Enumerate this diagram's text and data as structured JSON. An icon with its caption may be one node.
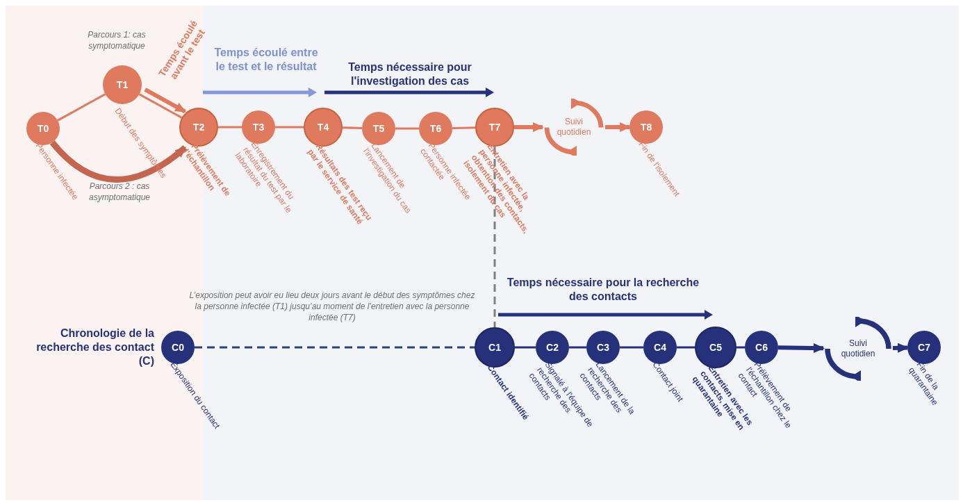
{
  "diagram": {
    "nodes": [
      {
        "text": [
          "T0"
        ],
        "beside": [
          "Personne infectée"
        ]
      },
      {
        "text": [
          "T1"
        ],
        "beside": [
          "Début des symptômes"
        ]
      },
      {
        "text": [
          "T2"
        ],
        "beside": [
          "Prélèvement de l'échantillon"
        ]
      },
      {
        "text": [
          "T3"
        ],
        "beside": [
          "Enregistrement du résultat du test par le laboratoire"
        ]
      },
      {
        "text": [
          "T4"
        ],
        "beside": [
          "Résultats des test reçu par le service de santé"
        ]
      },
      {
        "text": [
          "T5"
        ],
        "beside": [
          "Lancement de l'investigation du cas"
        ]
      },
      {
        "text": [
          "T6"
        ],
        "beside": [
          "Personne infectée contactée"
        ]
      },
      {
        "text": [
          "T7"
        ],
        "beside": [
          "Entretien avec la personne infectée, obtention des contacts, isolement du cas"
        ]
      },
      {
        "text": [
          "Suivi quotidien"
        ]
      },
      {
        "text": [
          "T8"
        ],
        "beside": [
          "Fin de l'isolement"
        ]
      },
      {
        "text": [
          "C0"
        ],
        "beside": [
          "Exposition du contact"
        ]
      },
      {
        "text": [
          "C1"
        ],
        "beside": [
          "Contact identifié"
        ]
      },
      {
        "text": [
          "C2"
        ],
        "beside": [
          "Signalé à l'équipe de recherche des contacts"
        ]
      },
      {
        "text": [
          "C3"
        ],
        "beside": [
          "Lancement de la recherche des contacts"
        ]
      },
      {
        "text": [
          "C4"
        ],
        "beside": [
          "Contact joint"
        ]
      },
      {
        "text": [
          "C5"
        ],
        "beside": [
          "Entretien avec les contacts, mise en quarantaine"
        ]
      },
      {
        "text": [
          "C6"
        ],
        "beside": [
          "Prélèvement de l'échantillon chez le contact"
        ]
      },
      {
        "text": [
          "Suivi quotidien"
        ]
      },
      {
        "text": [
          "C7"
        ],
        "beside": [
          "Fin de la quarantaine"
        ]
      }
    ],
    "edges": [
      {
        "from": 0,
        "to": 1,
        "arrow": "none",
        "color": "#e07a5f"
      },
      {
        "from": 1,
        "to": 2,
        "arrow": "none",
        "color": "#e07a5f"
      },
      {
        "from": 1,
        "to": 2,
        "arrow": "to",
        "label": "Temps écoulé avant le test",
        "style": "thick",
        "color": "#e07a5f"
      },
      {
        "from": 0,
        "to": 2,
        "arrow": "to",
        "style": "thick",
        "color": "#c4664f"
      },
      {
        "from": 2,
        "to": 3,
        "arrow": "none",
        "color": "#e07a5f"
      },
      {
        "from": 3,
        "to": 4,
        "arrow": "none",
        "color": "#e07a5f"
      },
      {
        "from": 4,
        "to": 5,
        "arrow": "none",
        "color": "#e07a5f"
      },
      {
        "from": 5,
        "to": 6,
        "arrow": "none",
        "color": "#e07a5f"
      },
      {
        "from": 6,
        "to": 7,
        "arrow": "none",
        "color": "#e07a5f"
      },
      {
        "from": 7,
        "to": 8,
        "arrow": "to",
        "style": "thick",
        "color": "#e07a5f"
      },
      {
        "from": 8,
        "to": 9,
        "arrow": "to",
        "style": "thick",
        "color": "#e07a5f"
      },
      {
        "from": 7,
        "to": 11,
        "arrow": "none",
        "style": "dashed",
        "color": "#7f7f7f"
      },
      {
        "from": 10,
        "to": 11,
        "arrow": "none",
        "style": "dashed",
        "color": "#25457a"
      },
      {
        "from": 11,
        "to": 12,
        "arrow": "none",
        "color": "#25317a"
      },
      {
        "from": 12,
        "to": 13,
        "arrow": "none",
        "color": "#25317a"
      },
      {
        "from": 13,
        "to": 14,
        "arrow": "none",
        "color": "#25317a"
      },
      {
        "from": 14,
        "to": 15,
        "arrow": "none",
        "color": "#25317a"
      },
      {
        "from": 15,
        "to": 16,
        "arrow": "none",
        "color": "#25317a"
      },
      {
        "from": 16,
        "to": 17,
        "arrow": "to",
        "style": "thick",
        "color": "#25317a"
      },
      {
        "from": 17,
        "to": 18,
        "arrow": "to",
        "style": "thick",
        "color": "#25317a"
      }
    ],
    "labels": [
      "Parcours 1: cas symptomatique",
      "Temps écoulé entre le test et le résultat",
      "Temps nécessaire pour l'investigation des cas",
      "Parcours 2 : cas asymptomatique",
      "L’exposition peut avoir eu lieu deux jours avant le début des symptômes chez la personne infectée (T1) jusqu’au moment de l’entretien avec la personne infectée (T7)",
      "Temps nécessaire pour la recherche des contacts",
      "Chronologie de la recherche des contact (C)"
    ]
  }
}
